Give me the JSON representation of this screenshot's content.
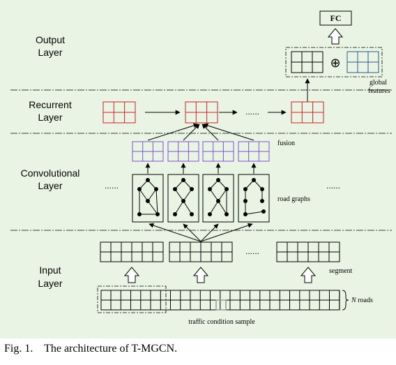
{
  "layers": {
    "output": [
      "Output",
      "Layer"
    ],
    "recurrent": [
      "Recurrent",
      "Layer"
    ],
    "convolutional": [
      "Convolutional",
      "Layer"
    ],
    "input": [
      "Input",
      "Layer"
    ]
  },
  "labels": {
    "fc": "FC",
    "global_features": [
      "global",
      "features"
    ],
    "fusion": "fusion",
    "road_graphs": "road graphs",
    "segment": "segment",
    "n_roads_n": "N",
    "n_roads_rest": " roads",
    "traffic_sample": "traffic condition sample",
    "ellipsis_short": "......",
    "oplus": "⊕"
  },
  "caption": {
    "prefix": "Fig. 1.",
    "text": "The architecture of T-MGCN."
  },
  "colors": {
    "background": "#eaf4e4",
    "recurrent_grid": "#cc2222",
    "fusion_grid": "#7a55cc",
    "global_grid_right": "#2a5a8a",
    "highlight_cell": "#999999"
  }
}
